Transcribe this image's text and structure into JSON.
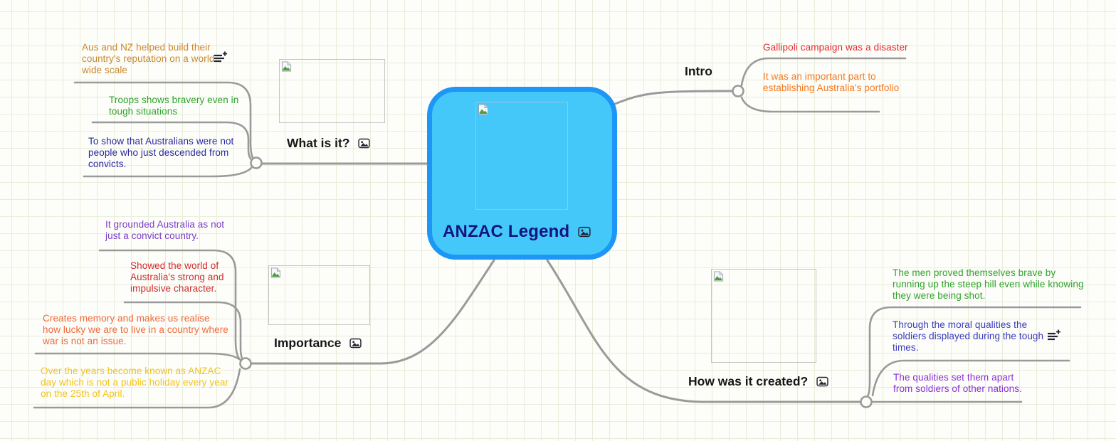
{
  "root": {
    "title": "ANZAC Legend"
  },
  "branches": [
    {
      "label": "What is it?",
      "children": [
        {
          "text": "Aus and NZ helped build their country's  reputation on a world wide scale",
          "color": "#C9882E"
        },
        {
          "text": "Troops shows bravery even in tough situations",
          "color": "#2EA32B"
        },
        {
          "text": "To show that Australians were not people who just descended from convicts.",
          "color": "#28289E"
        }
      ]
    },
    {
      "label": "Intro",
      "children": [
        {
          "text": "Gallipoli campaign was a disaster",
          "color": "#E62A2E"
        },
        {
          "text": "It was an important part to establishing Australia's portfolio",
          "color": "#F5791F"
        }
      ]
    },
    {
      "label": "Importance",
      "children": [
        {
          "text": "It grounded Australia as not just a convict country.",
          "color": "#7B3EC8"
        },
        {
          "text": "Showed the world of Australia's strong and impulsive character.",
          "color": "#CF2B2B"
        },
        {
          "text": "Creates memory and makes us realise how lucky we are to live in a country where war is not an issue.",
          "color": "#F0693A"
        },
        {
          "text": "Over the years become known as ANZAC day which is not a public holiday every year on the 25th of April.",
          "color": "#F2C31C"
        }
      ]
    },
    {
      "label": "How was it created?",
      "children": [
        {
          "text": "The men proved themselves brave by running up the steep hill even while knowing they were being shot.",
          "color": "#2EA32B"
        },
        {
          "text": "Through the moral qualities the soldiers displayed during the tough times.",
          "color": "#3B3BBE"
        },
        {
          "text": "The qualities set them apart from soldiers of other nations.",
          "color": "#8A30DB"
        }
      ]
    }
  ],
  "theme": {
    "node_fill": "#44C8FA",
    "node_border": "#1E96F5",
    "title_color": "#14147E",
    "connector_color": "#9A9A9A",
    "background": "#FDFDFA",
    "grid_line": "#E8EDDA"
  }
}
